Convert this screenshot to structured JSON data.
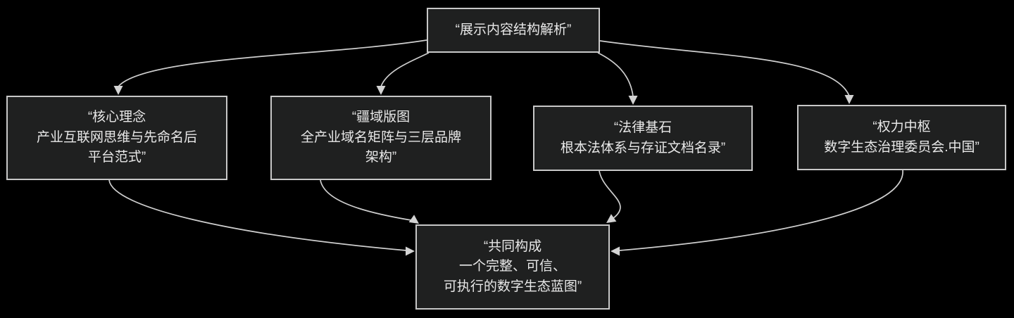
{
  "diagram": {
    "type": "flowchart",
    "colors": {
      "background": "#000000",
      "node_fill": "#1f2020",
      "node_border": "#c8c8c8",
      "edge": "#d3d3d3",
      "text": "#e8e8e8"
    },
    "nodes": {
      "root": {
        "lines": [
          "“展示内容结构解析”"
        ]
      },
      "core": {
        "lines": [
          "“核心理念",
          "产业互联网思维与先命名后",
          "平台范式”"
        ]
      },
      "territory": {
        "lines": [
          "“疆域版图",
          "全产业域名矩阵与三层品牌",
          "架构”"
        ]
      },
      "legal": {
        "lines": [
          "“法律基石",
          "根本法体系与存证文档名录”"
        ]
      },
      "power": {
        "lines": [
          "“权力中枢",
          "数字生态治理委员会.中国”"
        ]
      },
      "summary": {
        "lines": [
          "“共同构成",
          "一个完整、可信、",
          "可执行的数字生态蓝图”"
        ]
      }
    },
    "edges": [
      {
        "from": "root",
        "to": "core"
      },
      {
        "from": "root",
        "to": "territory"
      },
      {
        "from": "root",
        "to": "legal"
      },
      {
        "from": "root",
        "to": "power"
      },
      {
        "from": "core",
        "to": "summary"
      },
      {
        "from": "territory",
        "to": "summary"
      },
      {
        "from": "legal",
        "to": "summary"
      },
      {
        "from": "power",
        "to": "summary"
      }
    ]
  }
}
